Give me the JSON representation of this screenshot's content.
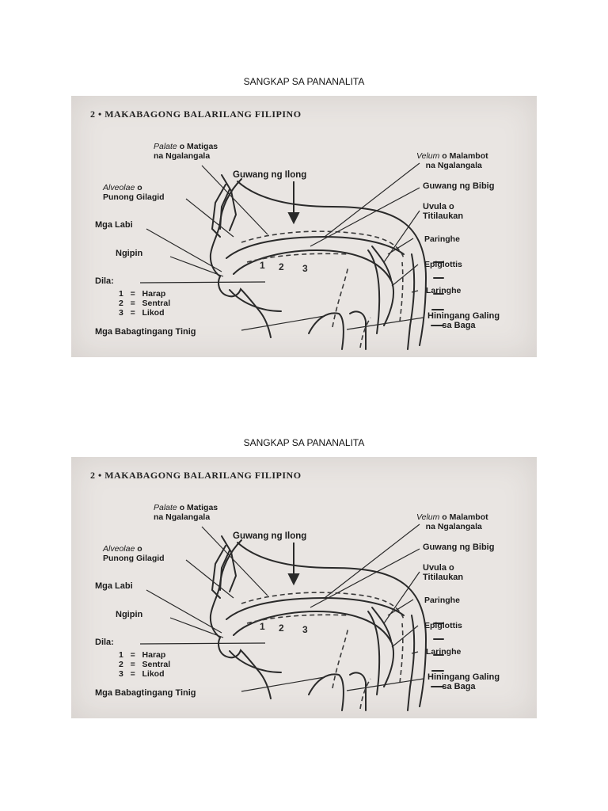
{
  "page_caption": "SANGKAP SA PANANALITA",
  "book_header": "2 • MAKABAGONG BALARILANG FILIPINO",
  "labels": {
    "palate_italic": "Palate",
    "palate_rest": "o Matigas",
    "palate_line2": "na Ngalangala",
    "guwang_ilong": "Guwang ng Ilong",
    "alveolae_italic": "Alveolae",
    "alveolae_rest": "o",
    "alveolae_line2": "Punong Gilagid",
    "mga_labi": "Mga Labi",
    "ngipin": "Ngipin",
    "dila": "Dila:",
    "dila_1_num": "1",
    "dila_1_eq": "=",
    "dila_1": "Harap",
    "dila_2_num": "2",
    "dila_2_eq": "=",
    "dila_2": "Sentral",
    "dila_3_num": "3",
    "dila_3_eq": "=",
    "dila_3": "Likod",
    "babagtingang": "Mga Babagtingang Tinig",
    "velum_italic": "Velum",
    "velum_rest": "o Malambot",
    "velum_line2": "na Ngalangala",
    "guwang_bibig": "Guwang ng Bibig",
    "uvula": "Uvula   o",
    "titilaukan": "Titilaukan",
    "paringhe": "Paringhe",
    "epiglottis": "Epiglottis",
    "laringhe": "Laringhe",
    "hininga_line1": "Hiningang Galing",
    "hininga_line2": "sa Baga",
    "tongue_num_1": "1",
    "tongue_num_2": "2",
    "tongue_num_3": "3"
  }
}
